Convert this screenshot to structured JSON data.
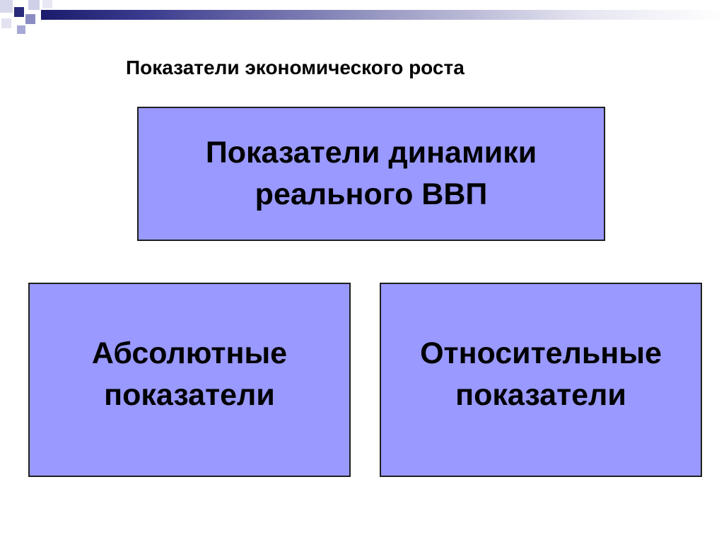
{
  "slide": {
    "title": "Показатели экономического роста"
  },
  "diagram": {
    "top_box": {
      "line1": "Показатели динамики",
      "line2": "реального ВВП"
    },
    "left_box": {
      "line1": "Абсолютные",
      "line2": "показатели"
    },
    "right_box": {
      "line1": "Относительные",
      "line2": "показатели"
    }
  },
  "colors": {
    "box_fill": "#9999ff",
    "box_border": "#1f1f1f",
    "decor_dark": "#1c1c6e",
    "decor_light": "#c8c8e6"
  }
}
